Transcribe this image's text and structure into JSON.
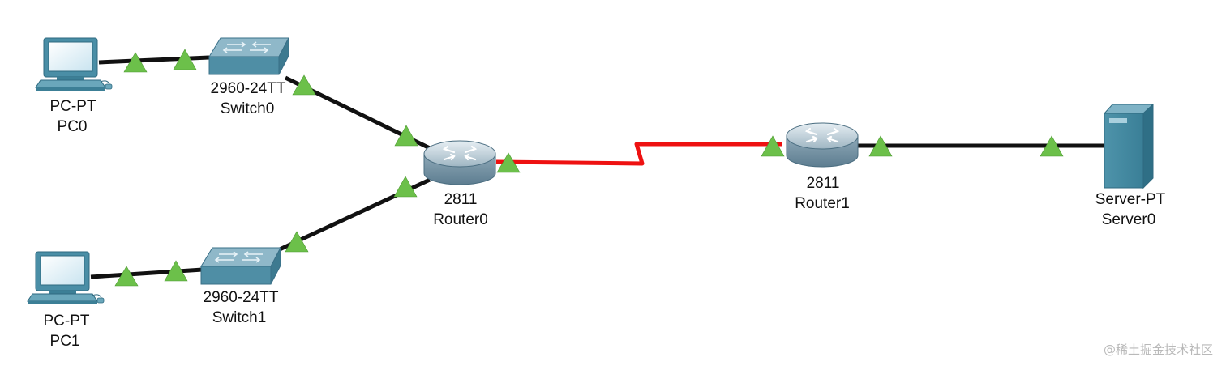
{
  "diagram": {
    "nodes": {
      "pc0": {
        "model": "PC-PT",
        "name": "PC0"
      },
      "pc1": {
        "model": "PC-PT",
        "name": "PC1"
      },
      "switch0": {
        "model": "2960-24TT",
        "name": "Switch0"
      },
      "switch1": {
        "model": "2960-24TT",
        "name": "Switch1"
      },
      "router0": {
        "model": "2811",
        "name": "Router0"
      },
      "router1": {
        "model": "2811",
        "name": "Router1"
      },
      "server0": {
        "model": "Server-PT",
        "name": "Server0"
      }
    },
    "links": [
      {
        "from": "PC0",
        "to": "Switch0",
        "type": "copper straight-through",
        "color": "#111111"
      },
      {
        "from": "PC1",
        "to": "Switch1",
        "type": "copper straight-through",
        "color": "#111111"
      },
      {
        "from": "Switch0",
        "to": "Router0",
        "type": "copper straight-through",
        "color": "#111111"
      },
      {
        "from": "Switch1",
        "to": "Router0",
        "type": "copper straight-through",
        "color": "#111111"
      },
      {
        "from": "Router0",
        "to": "Router1",
        "type": "serial",
        "color": "#ee1111"
      },
      {
        "from": "Router1",
        "to": "Server0",
        "type": "copper straight-through",
        "color": "#111111"
      }
    ],
    "port_status_color": "#6cc04a"
  },
  "watermark": {
    "text": "@稀土掘金技术社区"
  }
}
